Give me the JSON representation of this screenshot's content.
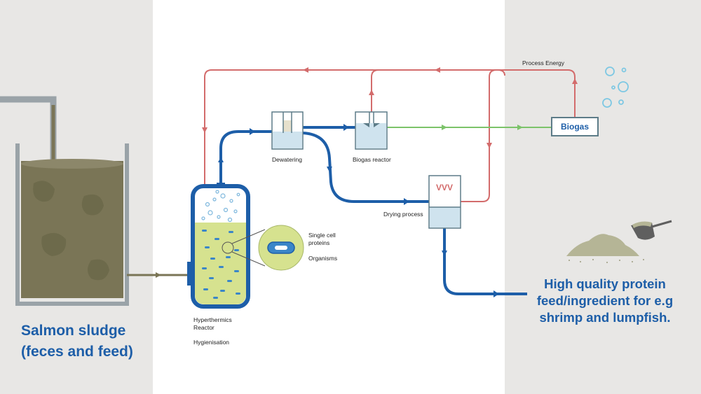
{
  "labels": {
    "process_energy": "Process Energy",
    "biogas": "Biogas",
    "dewatering": "Dewatering",
    "biogas_reactor": "Biogas reactor",
    "drying_process": "Drying process",
    "single_cell_line1": "Single cell",
    "single_cell_line2": "proteins",
    "organisms": "Organisms",
    "reactor_line1": "Hyperthermics",
    "reactor_line2": "Reactor",
    "hygienisation": "Hygienisation",
    "heater_symbol": "VVV"
  },
  "headline_left": {
    "line1": "Salmon sludge",
    "line2": "(feces and feed)"
  },
  "headline_right": {
    "line1": "High quality protein",
    "line2": "feed/ingredient for e.g",
    "line3": "shrimp and lumpfish."
  },
  "colors": {
    "panel_gray": "#e8e7e5",
    "brand_blue": "#1d5ea8",
    "energy_red": "#d36c6c",
    "biogas_green": "#7cc36a",
    "sludge_olive": "#7a7556",
    "reactor_fill": "#d6e28f",
    "tank_water": "#cfe3ee",
    "pipe_gray": "#9aa3a8"
  }
}
